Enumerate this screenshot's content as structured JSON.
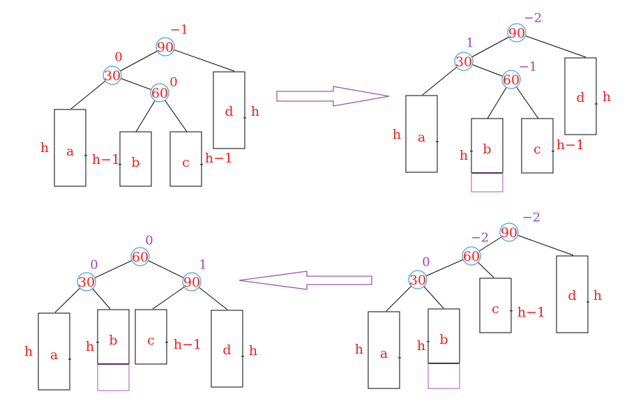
{
  "colors": {
    "label": "#ee1c1c",
    "balance_purple": "#a040c0",
    "node_ring": "#3fa7e0",
    "line": "#000000",
    "arrow": "#a050b0",
    "added_box": "#b050c0"
  },
  "panels": [
    {
      "id": "top-left",
      "nodes": [
        {
          "key": "n90",
          "label": "90",
          "bf": "−1",
          "bf_color": "label"
        },
        {
          "key": "n30",
          "label": "30",
          "bf": "0",
          "bf_color": "label"
        },
        {
          "key": "n60",
          "label": "60",
          "bf": "0",
          "bf_color": "label"
        }
      ],
      "subtrees": [
        {
          "key": "a",
          "label": "a",
          "height": "h"
        },
        {
          "key": "b",
          "label": "b",
          "height": "h−1"
        },
        {
          "key": "c",
          "label": "c",
          "height": "h−1"
        },
        {
          "key": "d",
          "label": "d",
          "height": "h"
        }
      ]
    },
    {
      "id": "top-right",
      "nodes": [
        {
          "key": "n90",
          "label": "90",
          "bf": "−2",
          "bf_color": "balance_purple"
        },
        {
          "key": "n30",
          "label": "30",
          "bf": "1",
          "bf_color": "balance_purple"
        },
        {
          "key": "n60",
          "label": "60",
          "bf": "−1",
          "bf_color": "balance_purple"
        }
      ],
      "subtrees": [
        {
          "key": "a",
          "label": "a",
          "height": "h"
        },
        {
          "key": "b",
          "label": "b",
          "height": "h"
        },
        {
          "key": "c",
          "label": "c",
          "height": "h−1"
        },
        {
          "key": "d",
          "label": "d",
          "height": "h"
        }
      ]
    },
    {
      "id": "bottom-right",
      "nodes": [
        {
          "key": "n90",
          "label": "90",
          "bf": "−2",
          "bf_color": "balance_purple"
        },
        {
          "key": "n60",
          "label": "60",
          "bf": "−2",
          "bf_color": "balance_purple"
        },
        {
          "key": "n30",
          "label": "30",
          "bf": "0",
          "bf_color": "balance_purple"
        }
      ],
      "subtrees": [
        {
          "key": "a",
          "label": "a",
          "height": "h"
        },
        {
          "key": "b",
          "label": "b",
          "height": "h"
        },
        {
          "key": "c",
          "label": "c",
          "height": "h−1"
        },
        {
          "key": "d",
          "label": "d",
          "height": "h"
        }
      ]
    },
    {
      "id": "bottom-left",
      "nodes": [
        {
          "key": "n60",
          "label": "60",
          "bf": "0",
          "bf_color": "balance_purple"
        },
        {
          "key": "n30",
          "label": "30",
          "bf": "0",
          "bf_color": "balance_purple"
        },
        {
          "key": "n90",
          "label": "90",
          "bf": "1",
          "bf_color": "balance_purple"
        }
      ],
      "subtrees": [
        {
          "key": "a",
          "label": "a",
          "height": "h"
        },
        {
          "key": "b",
          "label": "b",
          "height": "h"
        },
        {
          "key": "c",
          "label": "c",
          "height": "h−1"
        },
        {
          "key": "d",
          "label": "d",
          "height": "h"
        }
      ]
    }
  ],
  "arrows": [
    {
      "key": "arrow-right",
      "direction": "right"
    },
    {
      "key": "arrow-left",
      "direction": "left"
    }
  ]
}
